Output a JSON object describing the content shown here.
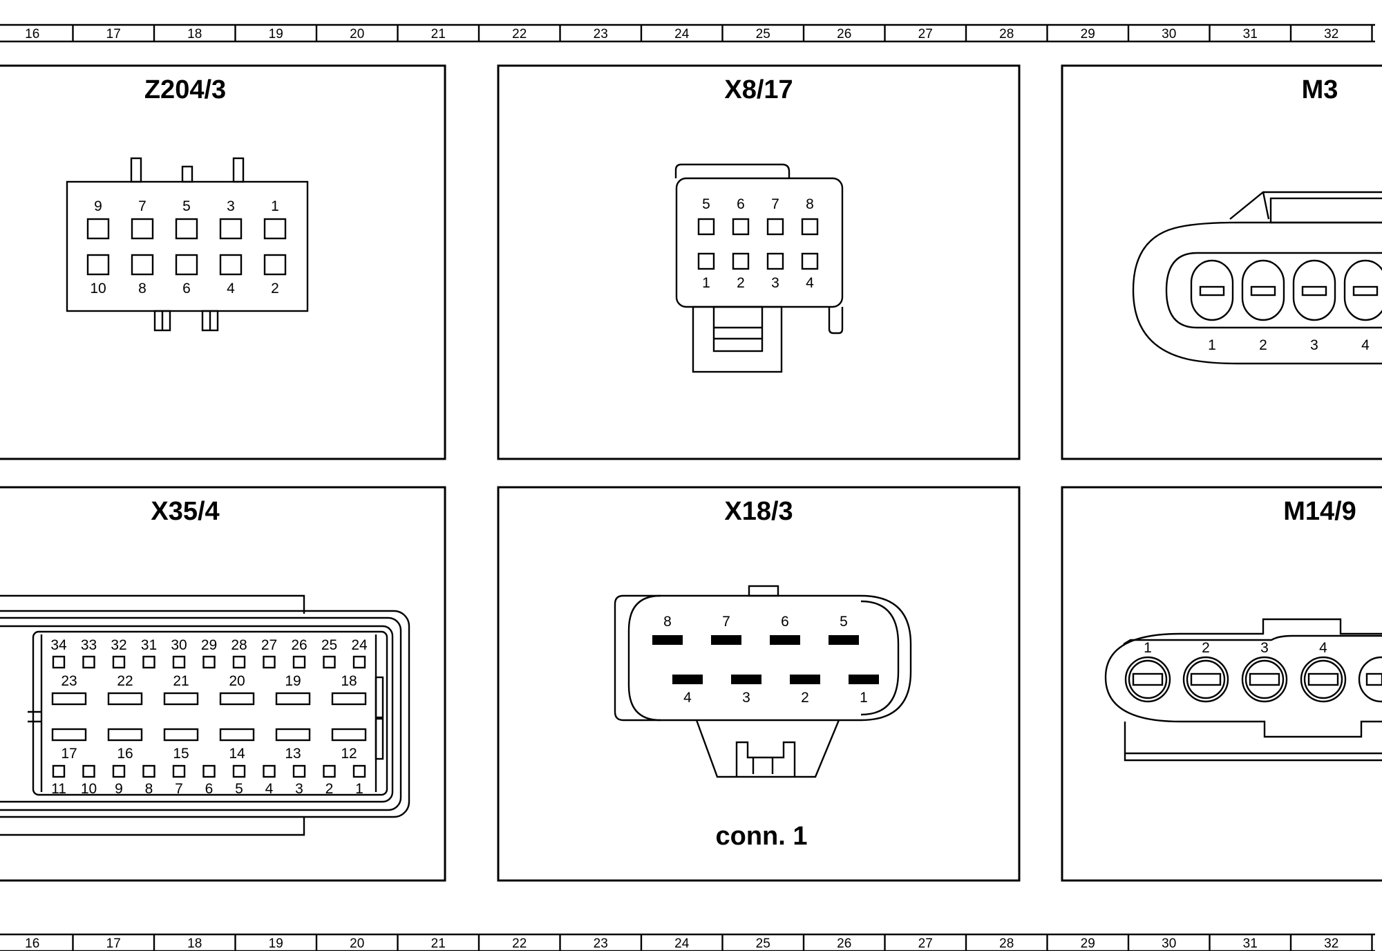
{
  "ruler": {
    "numbers": [
      "16",
      "17",
      "18",
      "19",
      "20",
      "21",
      "22",
      "23",
      "24",
      "25",
      "26",
      "27",
      "28",
      "29",
      "30",
      "31",
      "32"
    ]
  },
  "panels": [
    {
      "title": "Z204/3",
      "pins_top": [
        "9",
        "7",
        "5",
        "3",
        "1"
      ],
      "pins_bottom": [
        "10",
        "8",
        "6",
        "4",
        "2"
      ]
    },
    {
      "title": "X8/17",
      "pins_top": [
        "5",
        "6",
        "7",
        "8"
      ],
      "pins_bottom": [
        "1",
        "2",
        "3",
        "4"
      ]
    },
    {
      "title": "M3",
      "pins": [
        "1",
        "2",
        "3",
        "4"
      ]
    },
    {
      "title": "X35/4",
      "row_a": [
        "34",
        "33",
        "32",
        "31",
        "30",
        "29",
        "28",
        "27",
        "26",
        "25",
        "24"
      ],
      "row_b": [
        "23",
        "22",
        "21",
        "20",
        "19",
        "18"
      ],
      "row_c": [
        "17",
        "16",
        "15",
        "14",
        "13",
        "12"
      ],
      "row_d": [
        "11",
        "10",
        "9",
        "8",
        "7",
        "6",
        "5",
        "4",
        "3",
        "2",
        "1"
      ]
    },
    {
      "title": "X18/3",
      "pins_top": [
        "8",
        "7",
        "6",
        "5"
      ],
      "pins_bottom": [
        "4",
        "3",
        "2",
        "1"
      ],
      "caption": "conn. 1"
    },
    {
      "title": "M14/9",
      "pins": [
        "1",
        "2",
        "3",
        "4"
      ]
    }
  ]
}
